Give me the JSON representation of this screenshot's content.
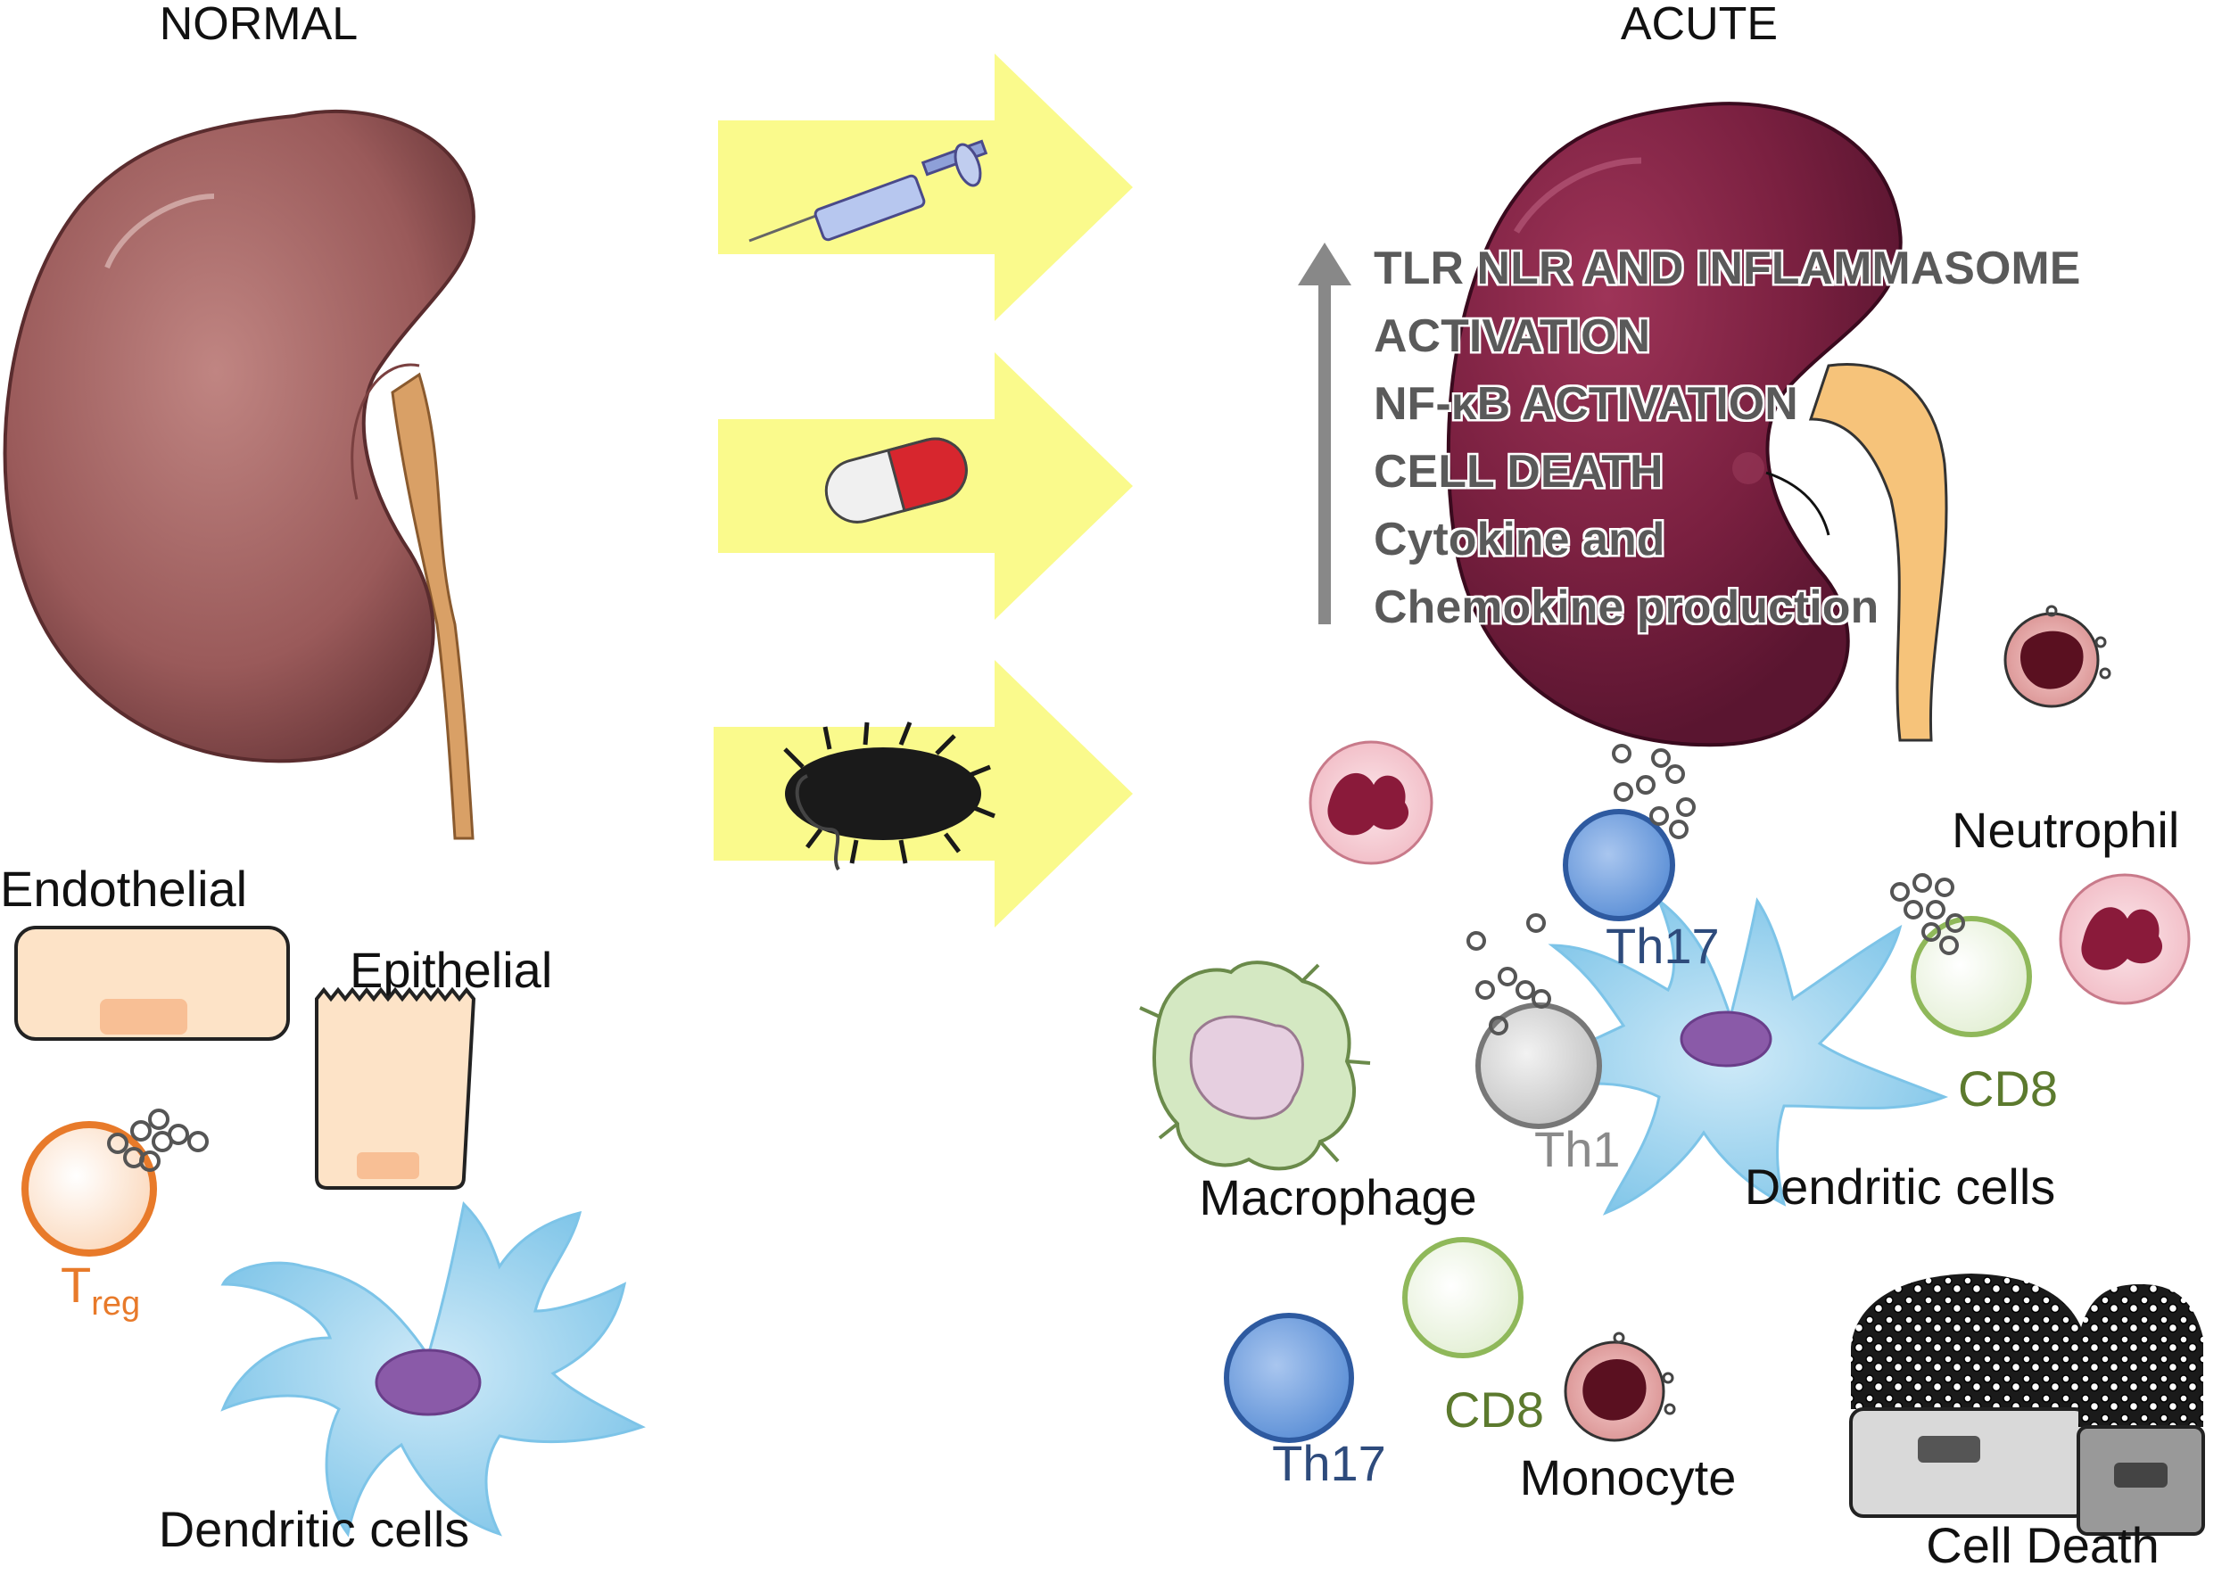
{
  "headings": {
    "normal": "NORMAL",
    "acute": "ACUTE"
  },
  "normal_labels": {
    "endothelial": "Endothelial",
    "epithelial": "Epithelial",
    "treg_main": "T",
    "treg_sub": "reg",
    "dendritic": "Dendritic cells"
  },
  "activation_lines": [
    "TLR NLR AND INFLAMMASOME",
    "ACTIVATION",
    "NF-κB ACTIVATION",
    "CELL DEATH",
    "Cytokine and",
    "Chemokine production"
  ],
  "acute_labels": {
    "neutrophil": "Neutrophil",
    "th17_top": "Th17",
    "cd8_right": "CD8",
    "th1": "Th1",
    "macrophage": "Macrophage",
    "dendritic": "Dendritic cells",
    "th17_bottom": "Th17",
    "cd8_bottom": "CD8",
    "monocyte": "Monocyte",
    "cell_death": "Cell Death"
  },
  "icons": [
    "syringe-icon",
    "capsule-icon",
    "bacterium-icon"
  ],
  "colors": {
    "arrow": "#fafa8c",
    "kidney_normal": "#9a5a5a",
    "kidney_acute": "#7a2040",
    "ureter_normal": "#d9a066",
    "ureter_acute": "#f6c37a",
    "treg": "#e87a2a",
    "th17": "#2e4b7c",
    "cd8": "#5c7a2e",
    "th1": "#8a8a8a",
    "dendritic": "#7dc4e8"
  }
}
